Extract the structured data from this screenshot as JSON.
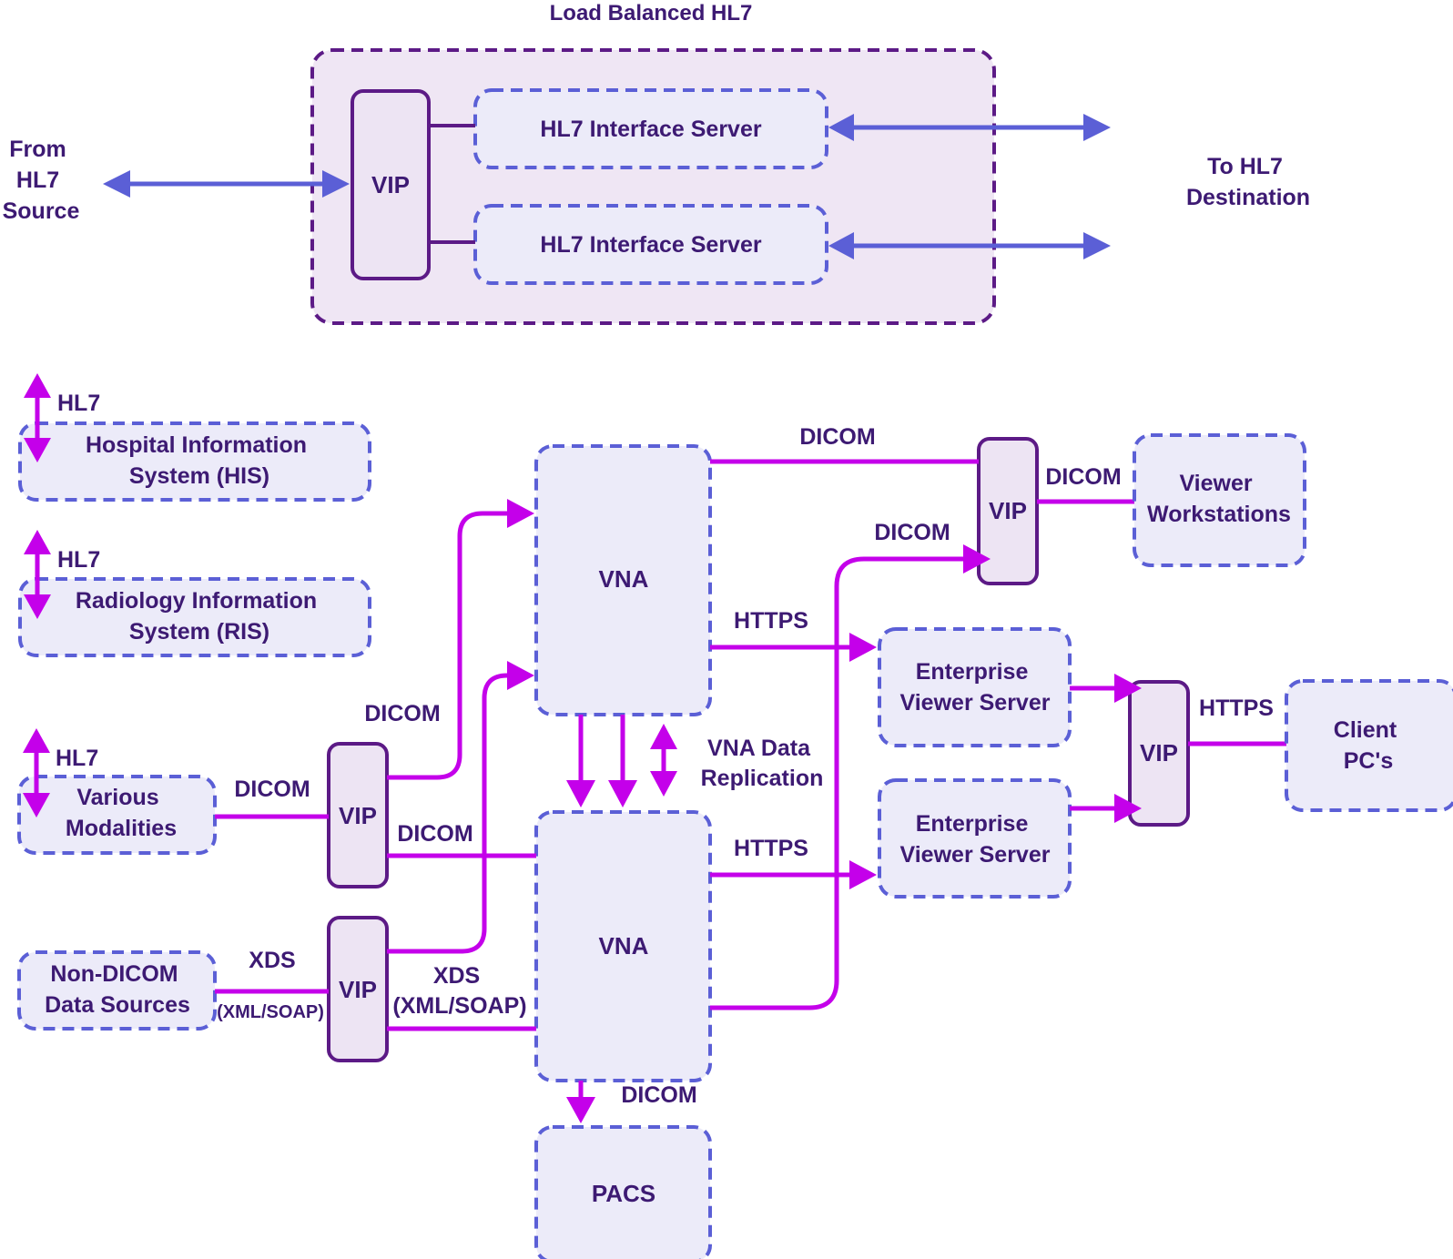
{
  "colors": {
    "magenta_line": "#c400ea",
    "blue_line": "#5b5fd6",
    "purple_outline": "#5c1a86",
    "label_text": "#3d1a73",
    "box_fill": "#ecebf9",
    "group_fill": "#efe6f4"
  },
  "top": {
    "title": "Load Balanced HL7",
    "source": [
      "From",
      "HL7",
      "Source"
    ],
    "destination": [
      "To HL7",
      "Destination"
    ],
    "vip": "VIP",
    "server_1": "HL7 Interface Server",
    "server_2": "HL7 Interface Server"
  },
  "sources": {
    "his": {
      "protocol": "HL7",
      "name": [
        "Hospital Information",
        "System (HIS)"
      ]
    },
    "ris": {
      "protocol": "HL7",
      "name": [
        "Radiology Information",
        "System (RIS)"
      ]
    },
    "modalities": {
      "protocol": "HL7",
      "name": [
        "Various",
        "Modalities"
      ],
      "link": "DICOM"
    },
    "non_dicom": {
      "name": [
        "Non-DICOM",
        "Data Sources"
      ],
      "link": "XDS",
      "link_sub": "(XML/SOAP)"
    }
  },
  "vips": {
    "modality_vip": "VIP",
    "xds_vip": "VIP",
    "viewer_vip": "VIP",
    "client_vip": "VIP"
  },
  "core": {
    "vna_top": "VNA",
    "vna_bottom": "VNA",
    "pacs": "PACS",
    "replication": [
      "VNA Data",
      "Replication"
    ],
    "dicom_up": "DICOM",
    "dicom_mid": "DICOM",
    "xds_mid": [
      "XDS",
      "(XML/SOAP)"
    ],
    "dicom_pacs": "DICOM"
  },
  "outputs": {
    "dicom_top": "DICOM",
    "dicom_vip": "DICOM",
    "dicom_right": "DICOM",
    "viewer_workstations": [
      "Viewer",
      "Workstations"
    ],
    "https_1": "HTTPS",
    "https_2": "HTTPS",
    "https_client": "HTTPS",
    "enterprise_1": [
      "Enterprise",
      "Viewer Server"
    ],
    "enterprise_2": [
      "Enterprise",
      "Viewer Server"
    ],
    "client": [
      "Client",
      "PC's"
    ]
  }
}
